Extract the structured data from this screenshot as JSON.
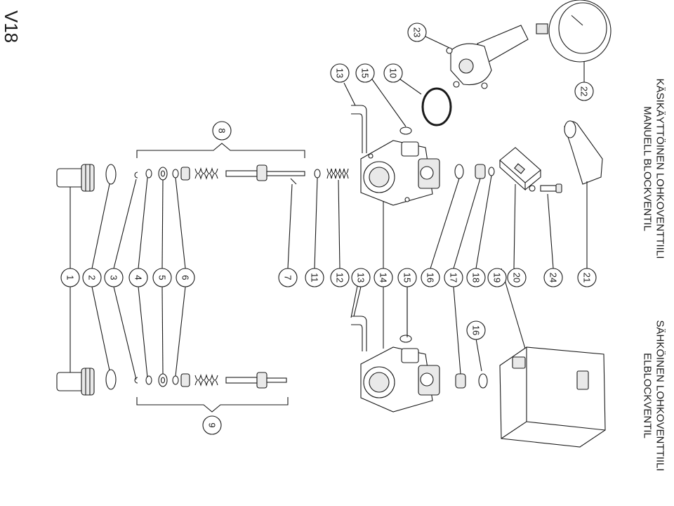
{
  "page_code": "V18",
  "sections": {
    "manual": {
      "title_fi": "KÄSIKÄYTTÖINEN LOHKOVENTTIILI",
      "title_sv": "MANUELL BLOCKVENTIL"
    },
    "electric": {
      "title_fi": "SÄHKÖINEN LOHKOVENTTIILI",
      "title_sv": "ELBLOCKVENTIL"
    }
  },
  "callouts": {
    "c1": "1",
    "c2": "2",
    "c3": "3",
    "c4": "4",
    "c5": "5",
    "c6": "6",
    "c7": "7",
    "c8": "8",
    "c9": "9",
    "c10": "10",
    "c11": "11",
    "c12": "12",
    "c13a": "13",
    "c13b": "13",
    "c14": "14",
    "c15a": "15",
    "c15b": "15",
    "c16a": "16",
    "c16b": "16",
    "c17": "17",
    "c18": "18",
    "c19": "19",
    "c20": "20",
    "c21": "21",
    "c22": "22",
    "c23": "23",
    "c24": "24"
  },
  "colors": {
    "line": "#1a1a1a",
    "paper": "#ffffff",
    "shade": "#e9e9e9"
  }
}
